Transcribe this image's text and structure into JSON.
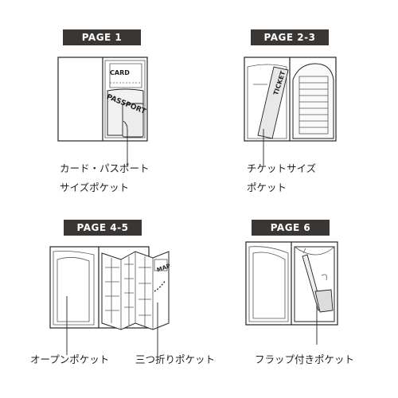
{
  "panels": [
    {
      "badge": "PAGE 1",
      "caption_lines": [
        "カード・パスポート",
        "サイズポケット"
      ],
      "labels": [
        "CARD",
        "PASSPORT"
      ]
    },
    {
      "badge": "PAGE 2-3",
      "caption_lines": [
        "チケットサイズ",
        "ポケット"
      ],
      "labels": [
        "TICKET"
      ]
    },
    {
      "badge": "PAGE 4-5",
      "caption_left": "オープンポケット",
      "caption_right": "三つ折りポケット",
      "labels": [
        "MAP"
      ]
    },
    {
      "badge": "PAGE 6",
      "caption_lines": [
        "フラップ付きポケット"
      ],
      "labels": []
    }
  ],
  "colors": {
    "badge_bg": "#3a3634",
    "badge_text": "#ffffff",
    "line": "#222222"
  }
}
